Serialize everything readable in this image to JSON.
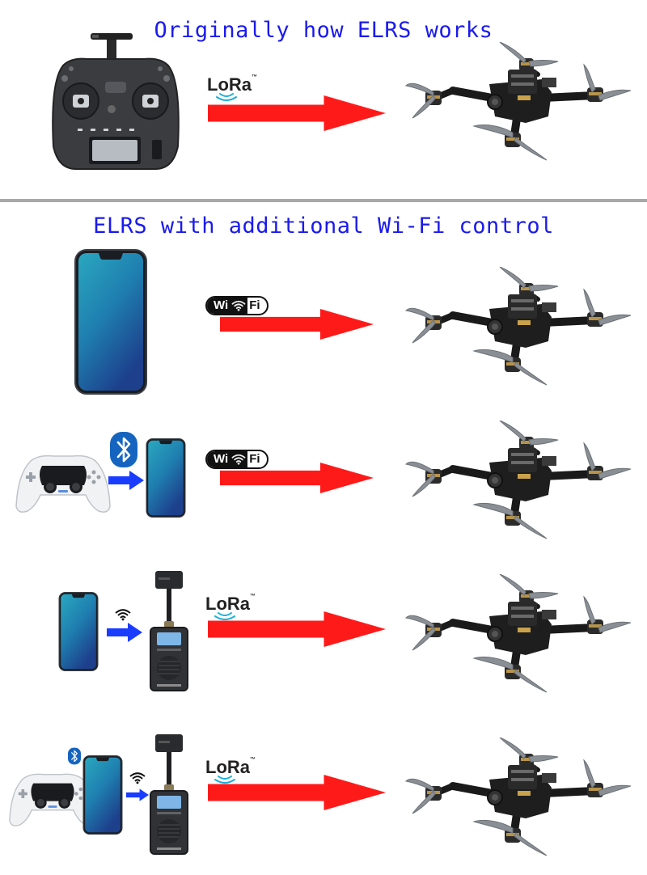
{
  "header": {
    "title": "Originally how ELRS works"
  },
  "section2": {
    "title": "ELRS with additional Wi-Fi control"
  },
  "labels": {
    "lora": "LoRa",
    "lora_tm": "™",
    "wifi_wi": "Wi",
    "wifi_fi": "Fi"
  },
  "colors": {
    "title_blue": "#1a1aee",
    "arrow_red": "#ff1a1a",
    "arrow_blue": "#1a3cff",
    "bt_blue": "#1565c0"
  },
  "rows": [
    {
      "source": "radio-transmitter",
      "link": "LoRa"
    },
    {
      "source": "smartphone",
      "link": "Wi-Fi"
    },
    {
      "source": "gamepad-bluetooth-smartphone",
      "link": "Wi-Fi"
    },
    {
      "source": "smartphone-wifi-elrs-module",
      "link": "LoRa"
    },
    {
      "source": "gamepad-bluetooth-smartphone-wifi-elrs-module",
      "link": "LoRa"
    }
  ]
}
